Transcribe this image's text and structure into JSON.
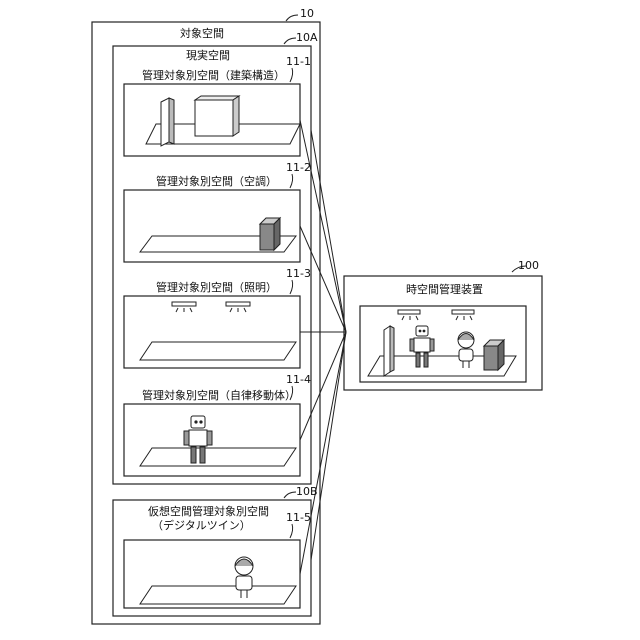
{
  "outer_space": {
    "ref": "10",
    "label": "対象空間"
  },
  "real_space": {
    "ref": "10A",
    "label": "現実空間"
  },
  "virtual_space": {
    "ref": "10B",
    "label": "仮想空間管理対象別空間",
    "label_line2": "（デジタルツイン）"
  },
  "panels": [
    {
      "ref": "11-1",
      "label": "管理対象別空間（建築構造）"
    },
    {
      "ref": "11-2",
      "label": "管理対象別空間（空調）"
    },
    {
      "ref": "11-3",
      "label": "管理対象別空間（照明）"
    },
    {
      "ref": "11-4",
      "label": "管理対象別空間（自律移動体）"
    },
    {
      "ref": "11-5",
      "label": ""
    }
  ],
  "device": {
    "ref": "100",
    "label": "時空間管理装置"
  }
}
